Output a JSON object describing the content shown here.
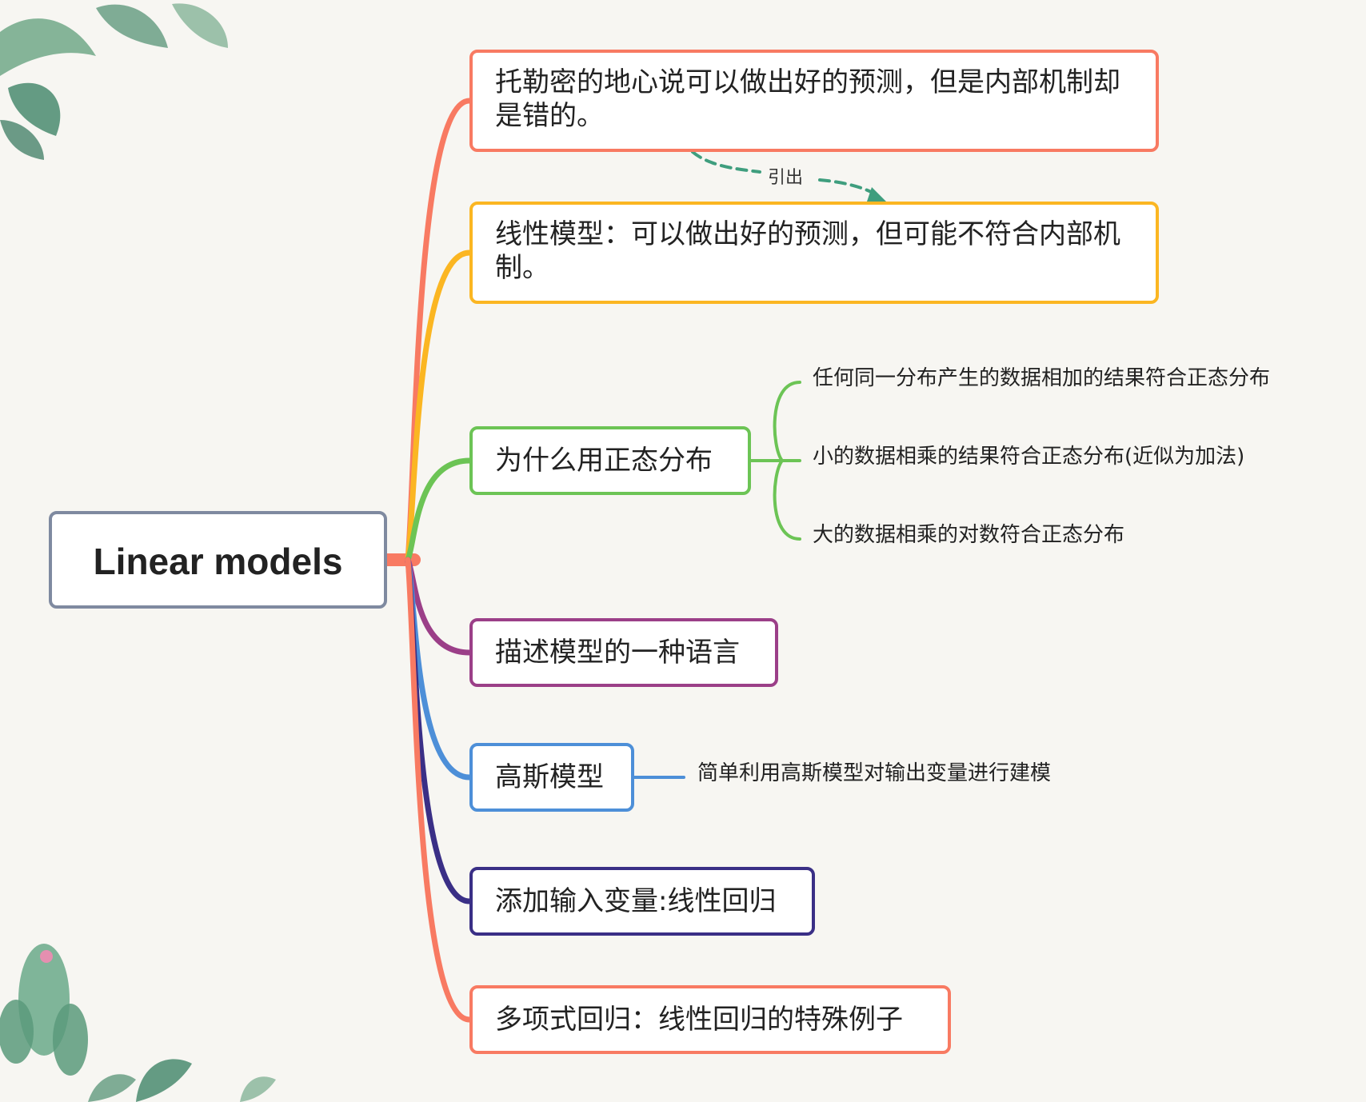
{
  "root": {
    "label": "Linear models",
    "color": "#7f8aa0"
  },
  "branches": [
    {
      "id": "ptolemy",
      "label": "托勒密的地心说可以做出好的预测，但是内部机制却是错的。",
      "color": "#f87a62"
    },
    {
      "id": "linear",
      "label": "线性模型：可以做出好的预测，但可能不符合内部机制。",
      "color": "#fbb622"
    },
    {
      "id": "normal",
      "label": "为什么用正态分布",
      "color": "#6cc455",
      "children": [
        "任何同一分布产生的数据相加的结果符合正态分布",
        "小的数据相乘的结果符合正态分布(近似为加法)",
        "大的数据相乘的对数符合正态分布"
      ]
    },
    {
      "id": "language",
      "label": "描述模型的一种语言",
      "color": "#9b3f88"
    },
    {
      "id": "gaussian",
      "label": "高斯模型",
      "color": "#4d8fd8",
      "children": [
        "简单利用高斯模型对输出变量进行建模"
      ]
    },
    {
      "id": "add-input",
      "label": "添加输入变量:线性回归",
      "color": "#3a2f86"
    },
    {
      "id": "poly",
      "label": "多项式回归：线性回归的特殊例子",
      "color": "#f87a62"
    }
  ],
  "relationship": {
    "label": "引出",
    "from": "ptolemy",
    "to": "linear",
    "color": "#3f9e7e"
  }
}
